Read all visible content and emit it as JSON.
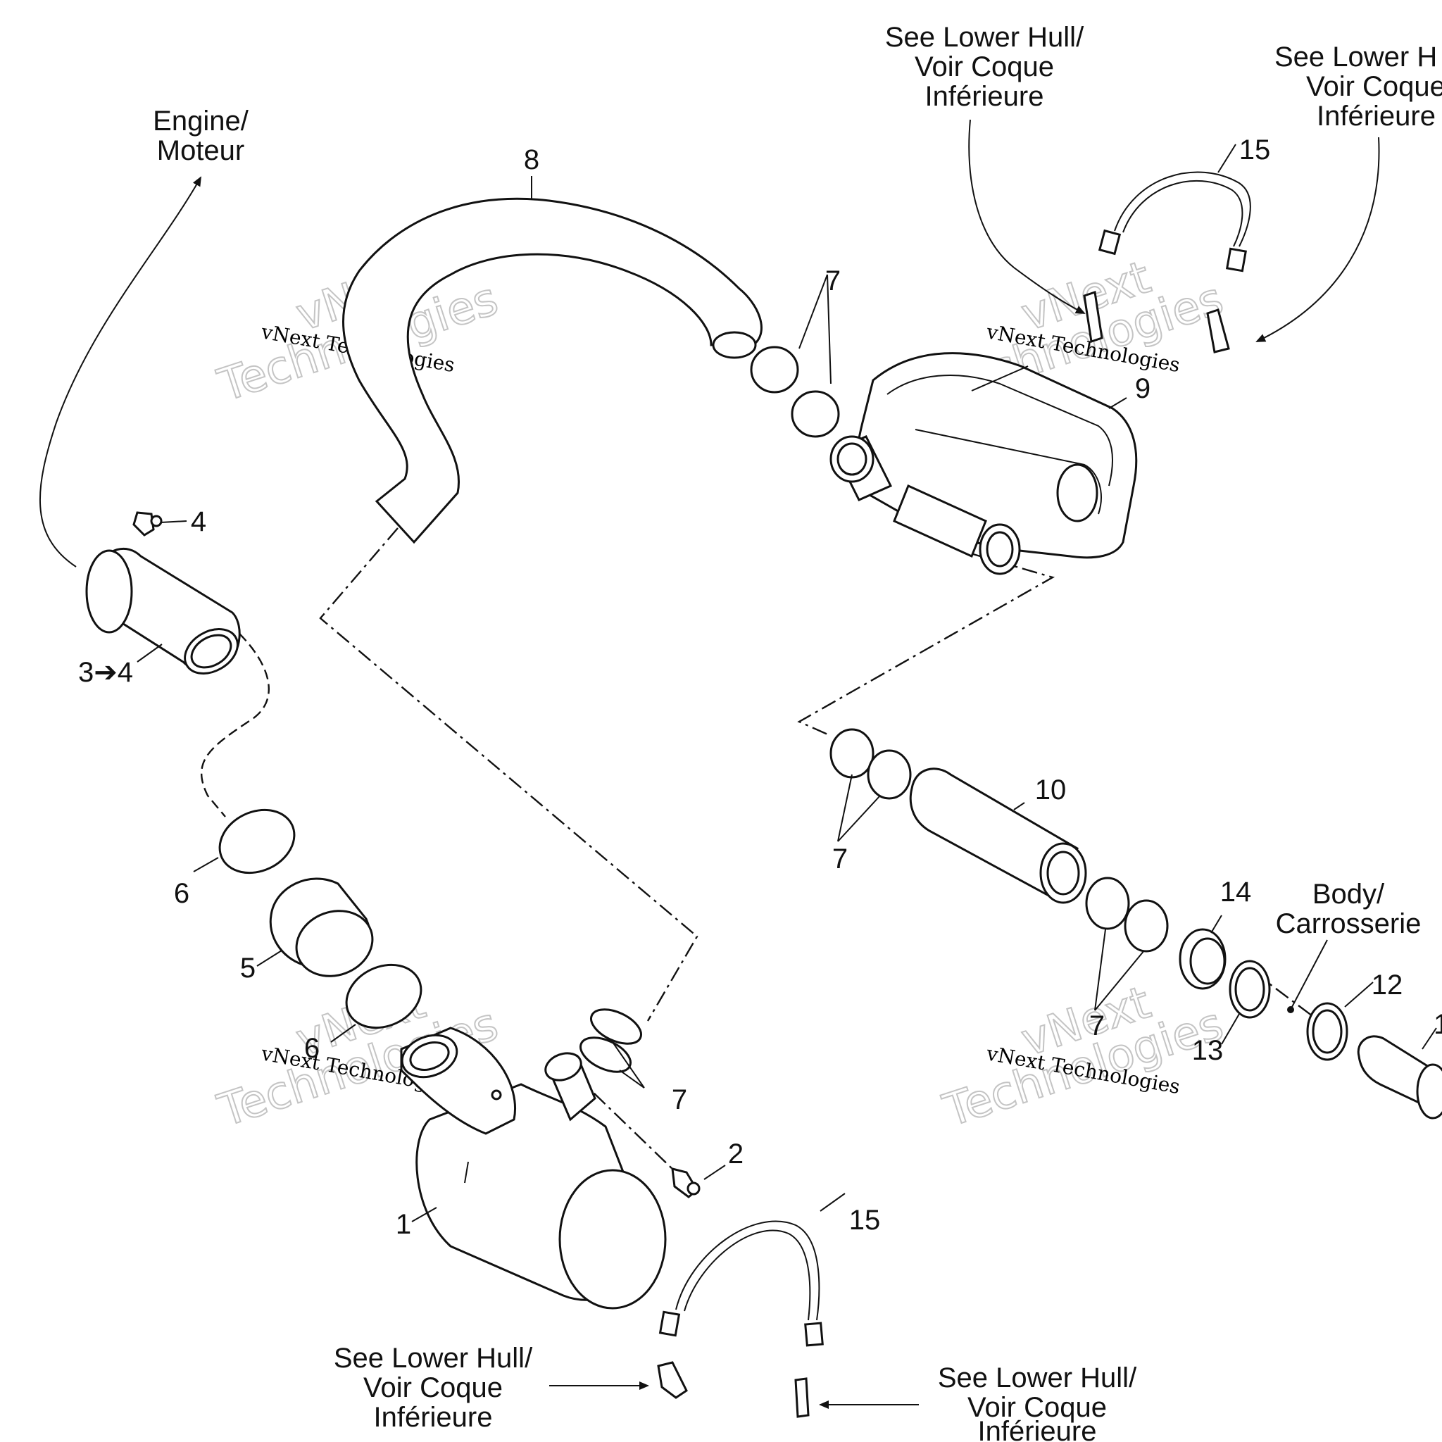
{
  "callouts": {
    "engine": [
      "Engine/",
      "Moteur"
    ],
    "lower_hull_top_center": [
      "See Lower Hull/",
      "Voir Coque",
      "Inférieure"
    ],
    "lower_hull_top_right": [
      "See Lower H",
      "Voir Coque",
      "Inférieure"
    ],
    "lower_hull_bottom_left": [
      "See Lower Hull/",
      "Voir Coque",
      "Inférieure"
    ],
    "lower_hull_bottom_right": [
      "See Lower Hull/",
      "Voir Coque",
      "Inférieure"
    ],
    "body": [
      "Body/",
      "Carrosserie"
    ]
  },
  "part_refs": {
    "p1": "1",
    "p2": "2",
    "p3to4": "3➔4",
    "p4": "4",
    "p5": "5",
    "p6_upper": "6",
    "p6_lower": "6",
    "p7_top": "7",
    "p7_mid_left": "7",
    "p7_lower_left": "7",
    "p7_lower_right": "7",
    "p8": "8",
    "p9": "9",
    "p10": "10",
    "p11": "1",
    "p12": "12",
    "p13": "13",
    "p14": "14",
    "p15_top": "15",
    "p15_bottom": "15"
  },
  "watermark": {
    "line1": "vNext Technologies",
    "line2a": "vNext",
    "line2b": "Technologies"
  }
}
